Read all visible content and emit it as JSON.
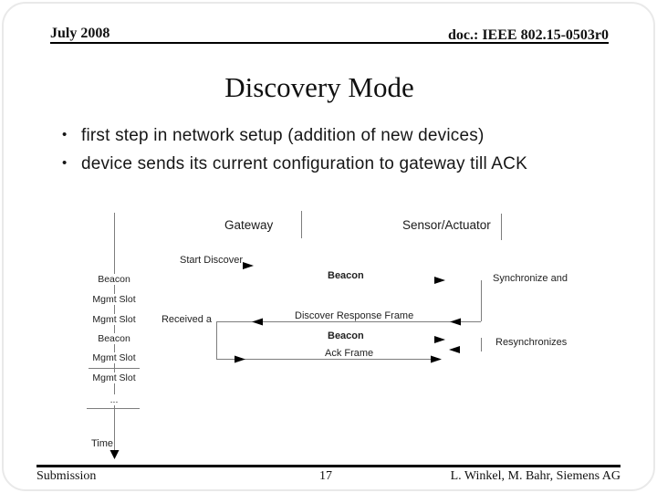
{
  "header": {
    "date": "July 2008",
    "doc": "doc.: IEEE 802.15-0503r0"
  },
  "title": "Discovery Mode",
  "bullets": [
    "first step in network setup (addition of new devices)",
    "device sends its current configuration to gateway till ACK"
  ],
  "diagram": {
    "gateway_label": "Gateway",
    "sensor_label": "Sensor/Actuator",
    "start_discover": "Start Discover",
    "timeline_labels": [
      "Beacon",
      "Mgmt Slot",
      "Mgmt Slot",
      "Beacon",
      "Mgmt Slot",
      "Mgmt Slot",
      "..."
    ],
    "time_label": "Time",
    "received_label": "Received a",
    "beacon_msg_1": "Beacon",
    "beacon_msg_2": "Beacon",
    "discover_response": "Discover Response Frame",
    "ack_frame": "Ack Frame",
    "synchronize": "Synchronize and",
    "resynchronizes": "Resynchronizes"
  },
  "footer": {
    "left": "Submission",
    "page": "17",
    "right": "L. Winkel, M. Bahr, Siemens AG"
  },
  "colors": {
    "line_gray": "#7d7d7d",
    "text_black": "#111111"
  }
}
